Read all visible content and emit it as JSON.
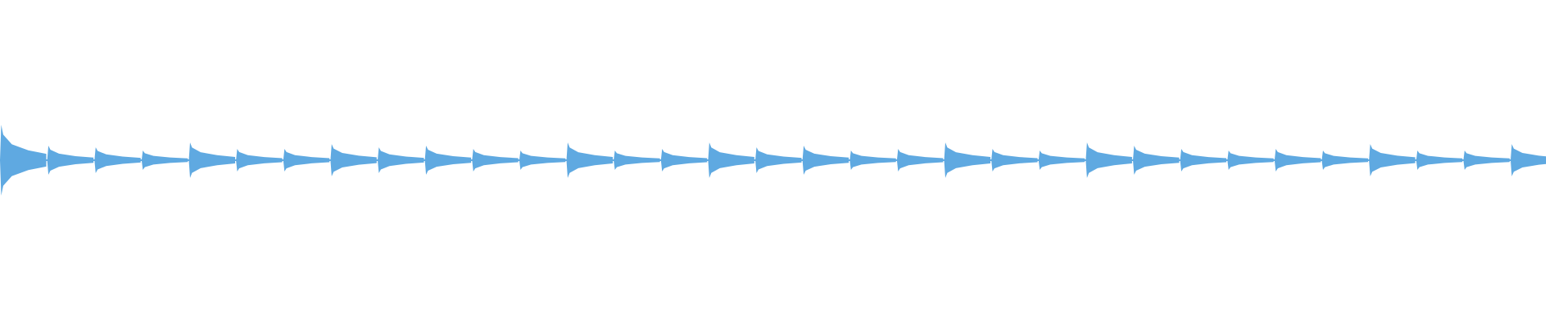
{
  "waveform": {
    "color": "#5fa9e1",
    "background": "#ffffff",
    "amplitude_scale": "linear",
    "onset_count": 33,
    "peak_amplitudes": [
      0.22,
      0.09,
      0.08,
      0.06,
      0.11,
      0.07,
      0.07,
      0.1,
      0.08,
      0.09,
      0.07,
      0.06,
      0.11,
      0.06,
      0.07,
      0.11,
      0.08,
      0.09,
      0.06,
      0.07,
      0.11,
      0.07,
      0.06,
      0.11,
      0.09,
      0.07,
      0.06,
      0.07,
      0.06,
      0.1,
      0.06,
      0.06,
      0.1
    ]
  }
}
